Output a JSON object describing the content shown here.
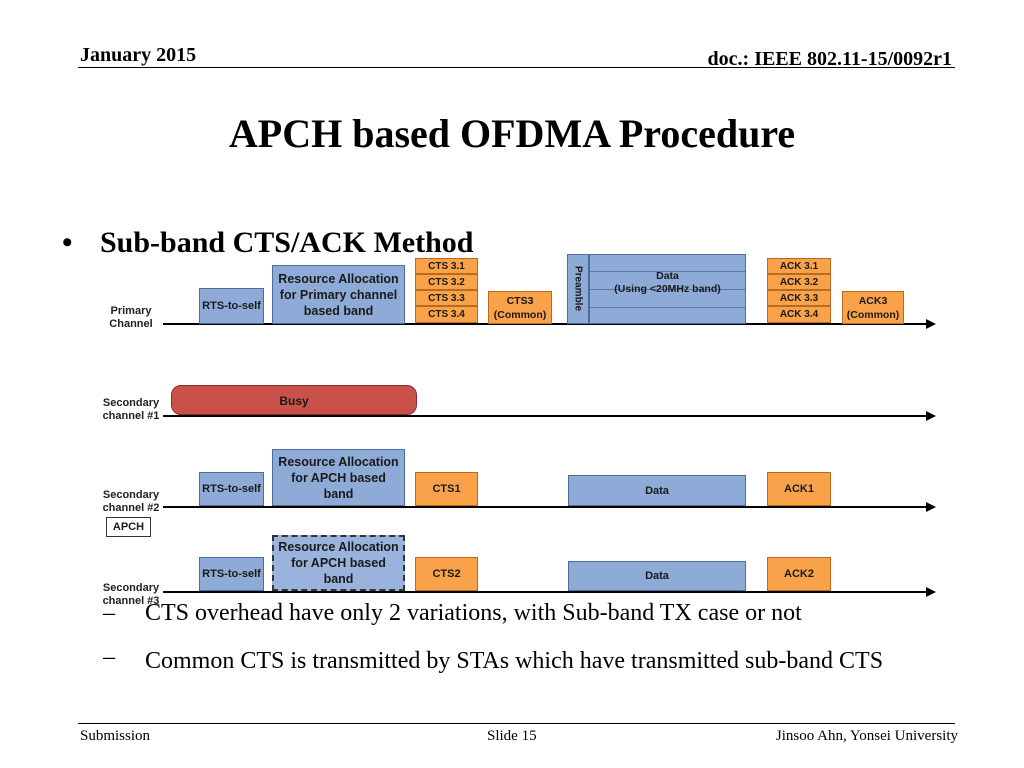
{
  "header": {
    "date": "January 2015",
    "doc": "doc.: IEEE 802.11-15/0092r1"
  },
  "title": "APCH based OFDMA Procedure",
  "bullet": {
    "symbol": "•",
    "text": "Sub-band CTS/ACK Method",
    "subitems": [
      "CTS overhead have only 2 variations, with Sub-band TX case or not",
      "Common CTS is transmitted by STAs which have transmitted sub-band CTS"
    ],
    "dash": "–"
  },
  "diagram": {
    "channels": {
      "primary": "Primary\nChannel",
      "sec1": "Secondary\nchannel #1",
      "sec2": "Secondary\nchannel #2",
      "sec3": "Secondary\nchannel #3",
      "apch": "APCH"
    },
    "primary": {
      "rts": "RTS-to-self",
      "ra": "Resource Allocation\nfor Primary channel\nbased band",
      "cts": [
        "CTS 3.1",
        "CTS 3.2",
        "CTS 3.3",
        "CTS 3.4"
      ],
      "cts_common": "CTS3\n(Common)",
      "preamble": "Preamble",
      "data": "Data\n(Using <20MHz band)",
      "ack": [
        "ACK 3.1",
        "ACK 3.2",
        "ACK 3.3",
        "ACK 3.4"
      ],
      "ack_common": "ACK3\n(Common)"
    },
    "sec1": {
      "busy": "Busy"
    },
    "sec2": {
      "rts": "RTS-to-self",
      "ra": "Resource Allocation\nfor APCH based\nband",
      "cts": "CTS1",
      "data": "Data",
      "ack": "ACK1"
    },
    "sec3": {
      "rts": "RTS-to-self",
      "ra": "Resource Allocation\nfor APCH based\nband",
      "cts": "CTS2",
      "data": "Data",
      "ack": "ACK2"
    }
  },
  "footer": {
    "left": "Submission",
    "mid": "Slide 15",
    "right": "Jinsoo Ahn, Yonsei University"
  }
}
